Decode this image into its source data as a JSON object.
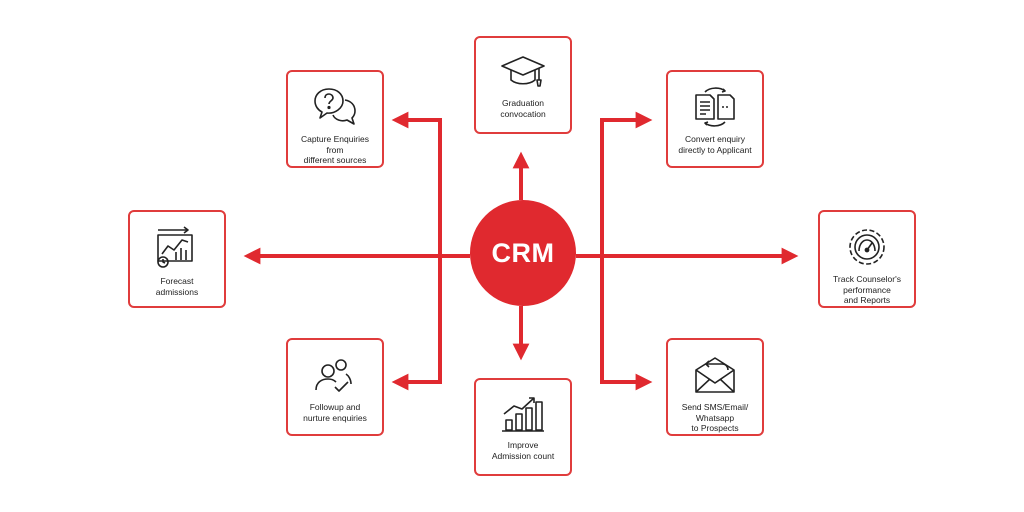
{
  "colors": {
    "accent": "#e0292f",
    "border": "#e03c3c",
    "text": "#222222"
  },
  "hub": {
    "label": "CRM"
  },
  "nodes": [
    {
      "id": "graduation",
      "icon": "graduation-cap-icon",
      "label": "Graduation\nconvocation"
    },
    {
      "id": "capture",
      "icon": "question-chat-icon",
      "label": "Capture Enquiries\nfrom\ndifferent sources"
    },
    {
      "id": "convert",
      "icon": "document-transfer-icon",
      "label": "Convert enquiry\ndirectly to Applicant"
    },
    {
      "id": "forecast",
      "icon": "forecast-chart-icon",
      "label": "Forecast\nadmissions"
    },
    {
      "id": "track",
      "icon": "gauge-gear-icon",
      "label": "Track Counselor's\nperformance\nand Reports"
    },
    {
      "id": "followup",
      "icon": "users-check-icon",
      "label": "Followup and\nnurture enquiries"
    },
    {
      "id": "improve",
      "icon": "growth-bar-chart-icon",
      "label": "Improve\nAdmission count"
    },
    {
      "id": "send",
      "icon": "envelope-reply-icon",
      "label": "Send SMS/Email/\nWhatsapp\nto Prospects"
    }
  ]
}
